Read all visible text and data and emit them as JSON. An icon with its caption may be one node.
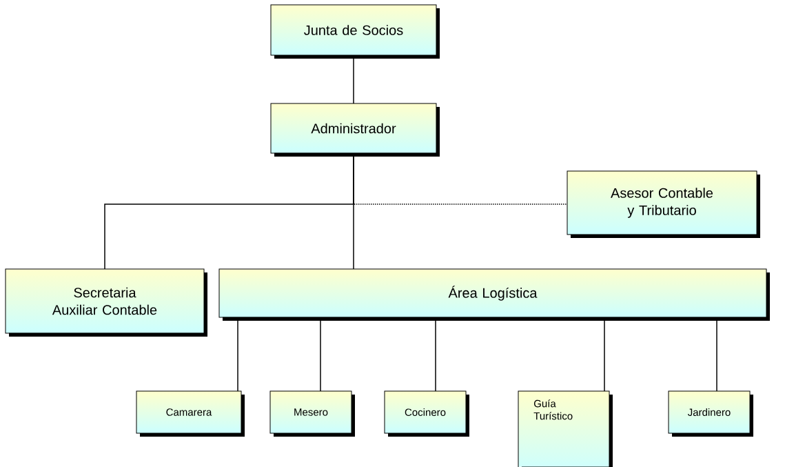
{
  "diagram": {
    "nodes": [
      {
        "text": [
          "Junta de Socios"
        ]
      },
      {
        "text": [
          "Administrador"
        ]
      },
      {
        "text": [
          "Asesor Contable y Tributario"
        ]
      },
      {
        "text": [
          "Secretaria Auxiliar Contable"
        ]
      },
      {
        "text": [
          "Área Logística"
        ]
      },
      {
        "text": [
          "Camarera"
        ]
      },
      {
        "text": [
          "Mesero"
        ]
      },
      {
        "text": [
          "Cocinero"
        ]
      },
      {
        "text": [
          "Guía Turístico"
        ]
      },
      {
        "text": [
          "Jardinero"
        ]
      }
    ],
    "edges": [
      {
        "from": 0,
        "to": 1,
        "arrow": "none"
      },
      {
        "from": 1,
        "to": 2,
        "arrow": "none",
        "style": "dashed"
      },
      {
        "from": 1,
        "to": 3,
        "arrow": "none"
      },
      {
        "from": 1,
        "to": 4,
        "arrow": "none"
      },
      {
        "from": 4,
        "to": 5,
        "arrow": "none"
      },
      {
        "from": 4,
        "to": 6,
        "arrow": "none"
      },
      {
        "from": 4,
        "to": 7,
        "arrow": "none"
      },
      {
        "from": 4,
        "to": 8,
        "arrow": "none"
      },
      {
        "from": 4,
        "to": 9,
        "arrow": "none"
      }
    ]
  }
}
